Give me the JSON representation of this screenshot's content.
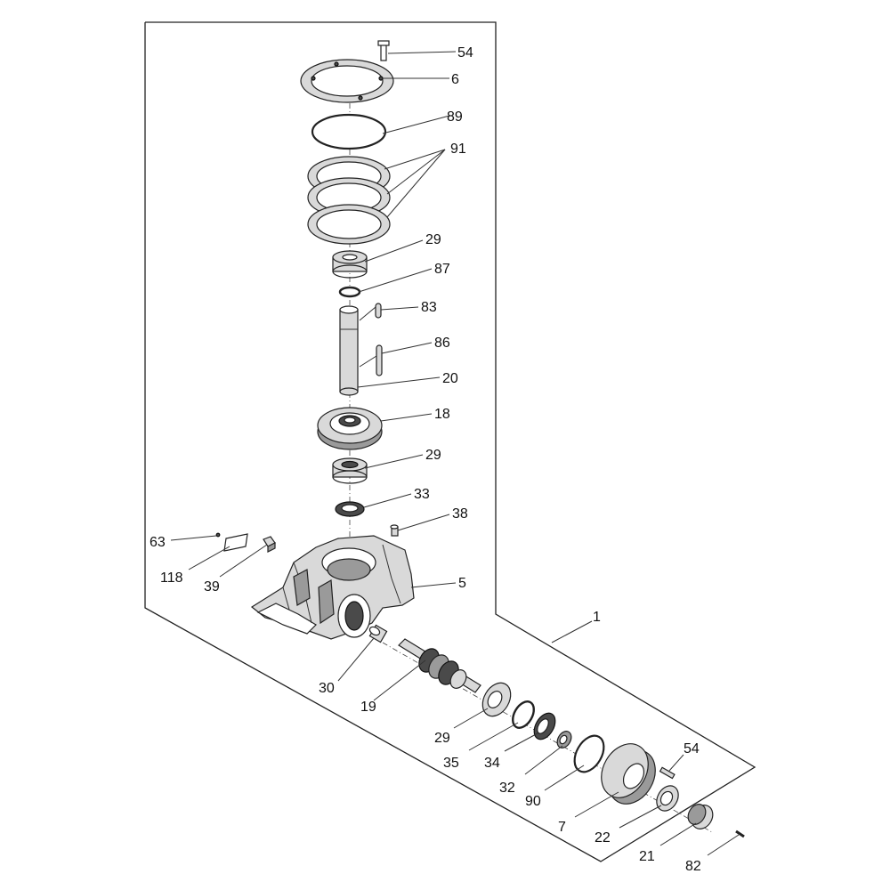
{
  "diagram": {
    "labels": [
      {
        "id": "54a",
        "text": "54"
      },
      {
        "id": "6",
        "text": "6"
      },
      {
        "id": "89",
        "text": "89"
      },
      {
        "id": "91",
        "text": "91"
      },
      {
        "id": "29a",
        "text": "29"
      },
      {
        "id": "87",
        "text": "87"
      },
      {
        "id": "83",
        "text": "83"
      },
      {
        "id": "86",
        "text": "86"
      },
      {
        "id": "20",
        "text": "20"
      },
      {
        "id": "18",
        "text": "18"
      },
      {
        "id": "29b",
        "text": "29"
      },
      {
        "id": "33",
        "text": "33"
      },
      {
        "id": "38",
        "text": "38"
      },
      {
        "id": "63",
        "text": "63"
      },
      {
        "id": "118",
        "text": "118"
      },
      {
        "id": "39",
        "text": "39"
      },
      {
        "id": "5",
        "text": "5"
      },
      {
        "id": "1",
        "text": "1"
      },
      {
        "id": "30",
        "text": "30"
      },
      {
        "id": "19",
        "text": "19"
      },
      {
        "id": "29c",
        "text": "29"
      },
      {
        "id": "35",
        "text": "35"
      },
      {
        "id": "34",
        "text": "34"
      },
      {
        "id": "32",
        "text": "32"
      },
      {
        "id": "90",
        "text": "90"
      },
      {
        "id": "54b",
        "text": "54"
      },
      {
        "id": "7",
        "text": "7"
      },
      {
        "id": "22",
        "text": "22"
      },
      {
        "id": "21",
        "text": "21"
      },
      {
        "id": "82",
        "text": "82"
      }
    ]
  }
}
